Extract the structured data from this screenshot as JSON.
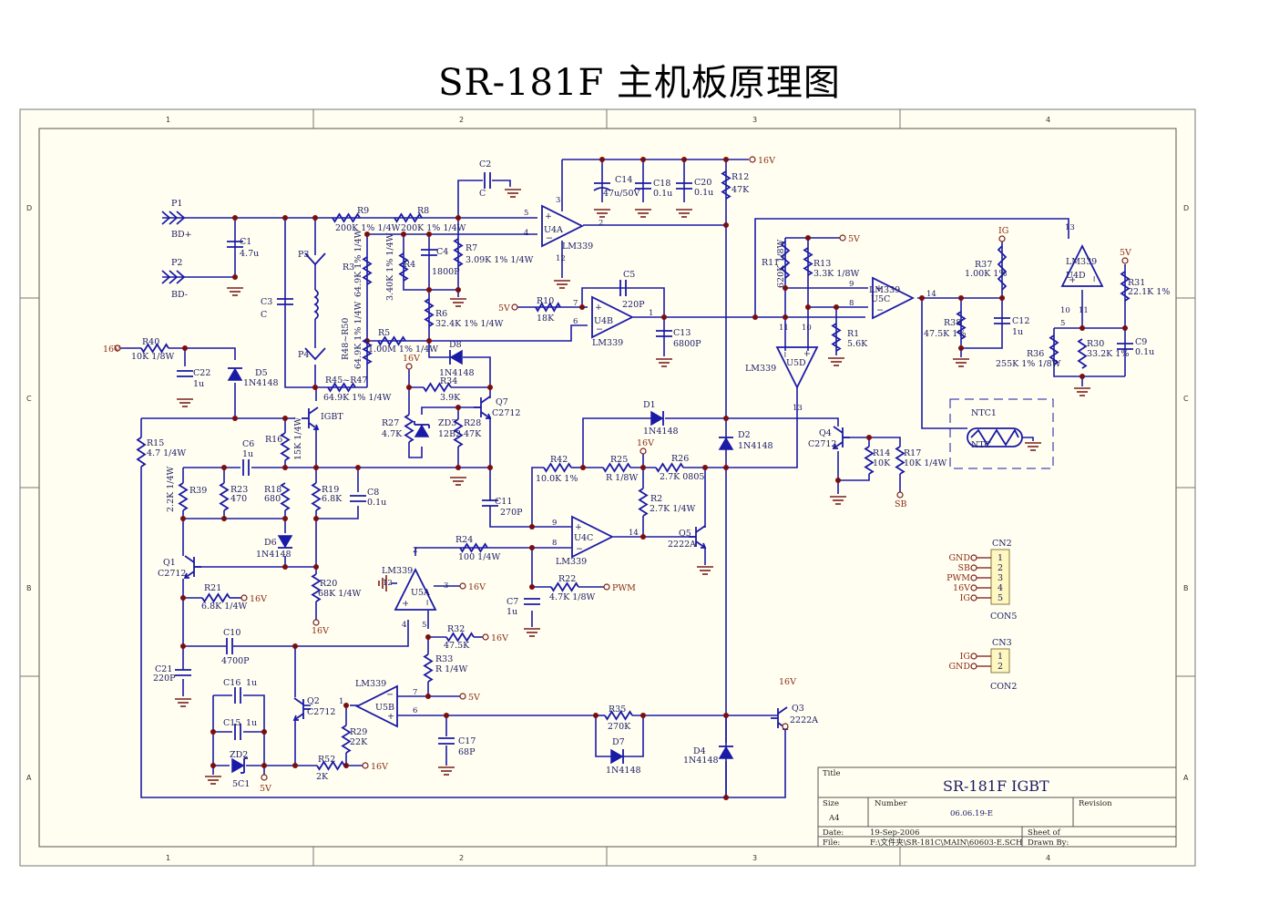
{
  "page_title": "SR-181F 主机板原理图",
  "grid": {
    "columns": [
      "1",
      "2",
      "3",
      "4"
    ],
    "rows": [
      "D",
      "C",
      "B",
      "A"
    ]
  },
  "title_block": {
    "title_label": "Title",
    "title": "SR-181F IGBT",
    "size_label": "Size",
    "size": "A4",
    "number_label": "Number",
    "number": "06.06.19-E",
    "revision_label": "Revision",
    "date_label": "Date:",
    "date": "19-Sep-2006",
    "sheet_label": "Sheet   of",
    "file_label": "File:",
    "file": "F:\\文件夹\\SR-181C\\MAIN\\60603-E.SCH",
    "drawn_label": "Drawn By:"
  },
  "power_labels": {
    "v16": "16V",
    "v5": "5V",
    "ig": "IG",
    "sb": "SB",
    "pwm": "PWM"
  },
  "components": {
    "P1": {
      "ref": "P1",
      "value": "BD+"
    },
    "P2": {
      "ref": "P2",
      "value": "BD-"
    },
    "P3": {
      "ref": "P3"
    },
    "P4": {
      "ref": "P4"
    },
    "C1": {
      "ref": "C1",
      "value": "4.7u"
    },
    "C2": {
      "ref": "C2",
      "value": "C"
    },
    "C3": {
      "ref": "C3",
      "value": "C"
    },
    "C4": {
      "ref": "C4",
      "value": "1800P"
    },
    "C5": {
      "ref": "C5",
      "value": "220P"
    },
    "C6": {
      "ref": "C6",
      "value": "1u"
    },
    "C7": {
      "ref": "C7",
      "value": "1u"
    },
    "C8": {
      "ref": "C8",
      "value": "0.1u"
    },
    "C9": {
      "ref": "C9",
      "value": "0.1u"
    },
    "C10": {
      "ref": "C10",
      "value": "4700P"
    },
    "C11": {
      "ref": "C11",
      "value": "270P"
    },
    "C12": {
      "ref": "C12",
      "value": "1u"
    },
    "C13": {
      "ref": "C13",
      "value": "6800P"
    },
    "C14": {
      "ref": "C14",
      "value": "47u/50V"
    },
    "C15": {
      "ref": "C15",
      "value": "1u"
    },
    "C16": {
      "ref": "C16",
      "value": "1u"
    },
    "C17": {
      "ref": "C17",
      "value": "68P"
    },
    "C18": {
      "ref": "C18",
      "value": "0.1u"
    },
    "C20": {
      "ref": "C20",
      "value": "0.1u"
    },
    "C21": {
      "ref": "C21",
      "value": "220P"
    },
    "C22": {
      "ref": "C22",
      "value": "1u"
    },
    "R1": {
      "ref": "R1",
      "value": "5.6K"
    },
    "R2": {
      "ref": "R2",
      "value": "2.7K 1/4W"
    },
    "R3": {
      "ref": "R3",
      "value": "64.9K 1% 1/4W"
    },
    "R4": {
      "ref": "R4",
      "value": "3.40K 1% 1/4W"
    },
    "R5": {
      "ref": "R5",
      "value": "1.00M 1% 1/4W"
    },
    "R6": {
      "ref": "R6",
      "value": "32.4K 1% 1/4W"
    },
    "R7": {
      "ref": "R7",
      "value": "3.09K 1% 1/4W"
    },
    "R8": {
      "ref": "R8",
      "value": "200K 1% 1/4W"
    },
    "R9": {
      "ref": "R9",
      "value": "200K 1% 1/4W"
    },
    "R10": {
      "ref": "R10",
      "value": "18K"
    },
    "R11": {
      "ref": "R11",
      "value": "620K 1/8W"
    },
    "R12": {
      "ref": "R12",
      "value": "47K"
    },
    "R13": {
      "ref": "R13",
      "value": "3.3K 1/8W"
    },
    "R14": {
      "ref": "R14",
      "value": "10K"
    },
    "R15": {
      "ref": "R15",
      "value": "4.7 1/4W"
    },
    "R16": {
      "ref": "R16",
      "value": "15K 1/4W"
    },
    "R17": {
      "ref": "R17",
      "value": "10K 1/4W"
    },
    "R18": {
      "ref": "R18",
      "value": "680"
    },
    "R19": {
      "ref": "R19",
      "value": "6.8K"
    },
    "R20": {
      "ref": "R20",
      "value": "68K 1/4W"
    },
    "R21": {
      "ref": "R21",
      "value": "6.8K 1/4W"
    },
    "R22": {
      "ref": "R22",
      "value": "4.7K 1/8W"
    },
    "R23": {
      "ref": "R23",
      "value": "470"
    },
    "R24": {
      "ref": "R24",
      "value": "100 1/4W"
    },
    "R25": {
      "ref": "R25",
      "value": "R 1/8W"
    },
    "R26": {
      "ref": "R26",
      "value": "2.7K 0805"
    },
    "R27": {
      "ref": "R27",
      "value": "4.7K"
    },
    "R28": {
      "ref": "R28",
      "value": "47K"
    },
    "R29": {
      "ref": "R29",
      "value": "22K"
    },
    "R30": {
      "ref": "R30",
      "value": "33.2K 1%"
    },
    "R31": {
      "ref": "R31",
      "value": "22.1K 1%"
    },
    "R32": {
      "ref": "R32",
      "value": "47.5K"
    },
    "R33": {
      "ref": "R33",
      "value": "R 1/4W"
    },
    "R35": {
      "ref": "R35",
      "value": "270K"
    },
    "R34": {
      "ref": "R34",
      "value": "3.9K"
    },
    "R36": {
      "ref": "R36",
      "value": "255K 1% 1/8W"
    },
    "R37": {
      "ref": "R37",
      "value": "1.00K 1%"
    },
    "R38": {
      "ref": "R38",
      "value": "47.5K 1%"
    },
    "R39": {
      "ref": "R39",
      "value": "2.2K 1/4W"
    },
    "R40": {
      "ref": "R40",
      "value": "10K 1/8W"
    },
    "R42": {
      "ref": "R42",
      "value": "10.0K 1%"
    },
    "R48_50": {
      "ref": "R48~R50",
      "value": "64.9K 1% 1/4W"
    },
    "R45_47": {
      "ref": "R45~R47",
      "value": "64.9K 1% 1/4W"
    },
    "R52": {
      "ref": "R52",
      "value": "2K"
    },
    "D1": {
      "ref": "D1",
      "value": "1N4148"
    },
    "D2": {
      "ref": "D2",
      "value": "1N4148"
    },
    "D4": {
      "ref": "D4",
      "value": "1N4148"
    },
    "D5": {
      "ref": "D5",
      "value": "1N4148"
    },
    "D6": {
      "ref": "D6",
      "value": "1N4148"
    },
    "D7": {
      "ref": "D7",
      "value": "1N4148"
    },
    "D8": {
      "ref": "D8",
      "value": "1N4148"
    },
    "ZD2": {
      "ref": "ZD2",
      "value": "5C1"
    },
    "ZD3": {
      "ref": "ZD3",
      "value": "12B2"
    },
    "Q1": {
      "ref": "Q1",
      "value": "C2712"
    },
    "Q2": {
      "ref": "Q2",
      "value": "C2712"
    },
    "Q3": {
      "ref": "Q3",
      "value": "2222A"
    },
    "Q4": {
      "ref": "Q4",
      "value": "C2712"
    },
    "Q5": {
      "ref": "Q5",
      "value": "2222A"
    },
    "Q7": {
      "ref": "Q7",
      "value": "C2712"
    },
    "IGBT": {
      "ref": "IGBT"
    },
    "U4A": {
      "ref": "U4A",
      "value": "LM339"
    },
    "U4B": {
      "ref": "U4B",
      "value": "LM339"
    },
    "U4C": {
      "ref": "U4C",
      "value": "LM339"
    },
    "U4D": {
      "ref": "U4D",
      "value": "LM339"
    },
    "U5A": {
      "ref": "U5A",
      "value": "LM339"
    },
    "U5B": {
      "ref": "U5B",
      "value": "LM339"
    },
    "U5C": {
      "ref": "U5C",
      "value": "LM339"
    },
    "U5D": {
      "ref": "U5D",
      "value": "LM339"
    },
    "NTC1": {
      "ref": "NTC1",
      "value": "NTC"
    }
  },
  "connectors": {
    "CN2": {
      "ref": "CN2",
      "type": "CON5",
      "pins": [
        "1",
        "2",
        "3",
        "4",
        "5"
      ],
      "nets": [
        "GND",
        "SB",
        "PWM",
        "16V",
        "IG"
      ]
    },
    "CN3": {
      "ref": "CN3",
      "type": "CON2",
      "pins": [
        "1",
        "2"
      ],
      "nets": [
        "IG",
        "GND"
      ]
    }
  },
  "pins": {
    "u4a": [
      "5",
      "4",
      "3",
      "2",
      "12"
    ],
    "u4b": [
      "7",
      "6",
      "1"
    ],
    "u4c": [
      "9",
      "8",
      "14"
    ],
    "u4d": [
      "13",
      "10",
      "11",
      "5"
    ],
    "u5a": [
      "2",
      "12",
      "3",
      "4",
      "5"
    ],
    "u5b": [
      "7",
      "6",
      "1"
    ],
    "u5c": [
      "9",
      "8",
      "14"
    ],
    "u5d": [
      "11",
      "10",
      "13"
    ]
  },
  "colors": {
    "sheet_bg": "#fffef0",
    "wire": "#1a1aa8",
    "junction": "#7a0f0f",
    "power_text": "#8a2a14",
    "connector_fill": "#fff7c0"
  }
}
